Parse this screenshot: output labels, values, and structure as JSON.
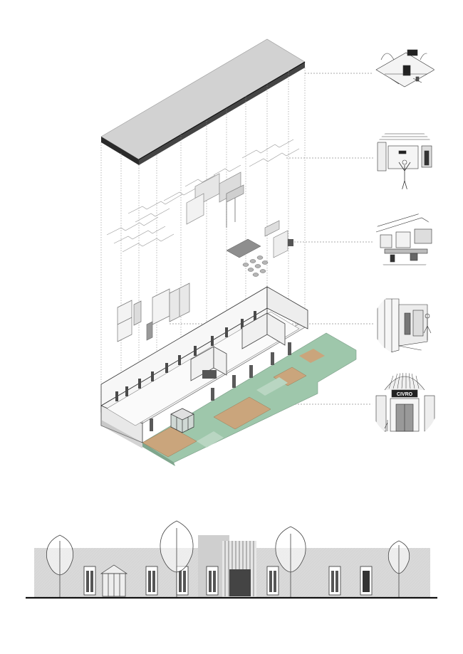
{
  "diagram": {
    "colors": {
      "roof_top": "#d2d2d2",
      "roof_edge": "#2a2a2a",
      "wall": "#ececec",
      "floor_green": "#9ec7ab",
      "floor_wood": "#caa57c",
      "line": "#7a7a7a",
      "elevation_fill": "#d9d9d9"
    },
    "vignettes": [
      {
        "id": "vignette-1",
        "caption": ""
      },
      {
        "id": "vignette-2",
        "caption": "",
        "sign": ""
      },
      {
        "id": "vignette-3",
        "caption": ""
      },
      {
        "id": "vignette-4",
        "caption": ""
      },
      {
        "id": "vignette-5",
        "caption": "",
        "sign": "CIVRO"
      }
    ]
  }
}
